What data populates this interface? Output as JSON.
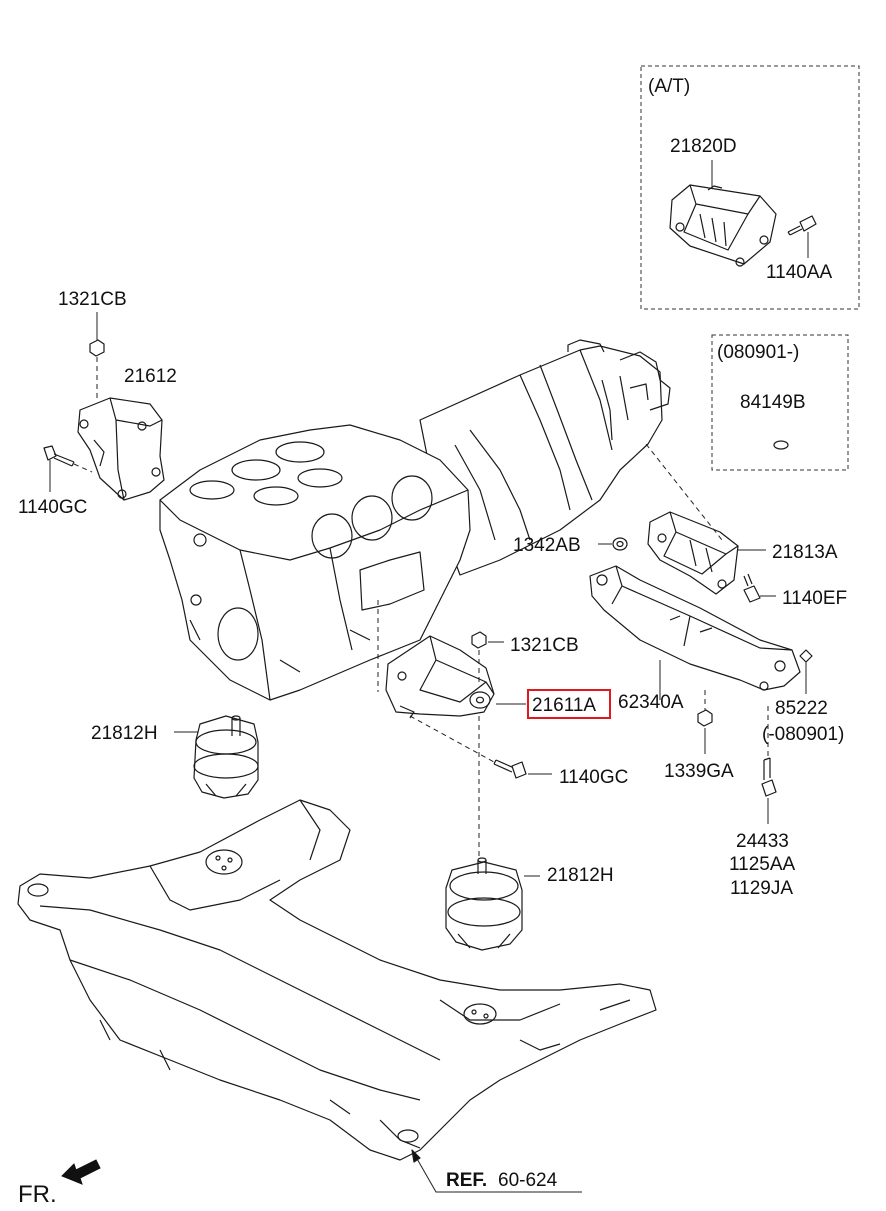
{
  "diagram": {
    "direction_label": "FR.",
    "reference": {
      "prefix": "REF.",
      "number": "60-624"
    },
    "option_boxes": {
      "at": {
        "title": "(A/T)",
        "part_a": "21820D",
        "part_b": "1140AA"
      },
      "date": {
        "title": "(080901-)",
        "part": "84149B"
      }
    },
    "labels": {
      "p1321cb_top": "1321CB",
      "p21612": "21612",
      "p1140gc_left": "1140GC",
      "p1342ab": "1342AB",
      "p21813a": "21813A",
      "p1140ef": "1140EF",
      "p1321cb_mid": "1321CB",
      "p21611a": "21611A",
      "p62340a": "62340A",
      "p85222": "85222",
      "p85222_note": "(-080901)",
      "p21812h_left": "21812H",
      "p1140gc_mid": "1140GC",
      "p1339ga": "1339GA",
      "p24433": "24433",
      "p1125aa": "1125AA",
      "p1129ja": "1129JA",
      "p21812h_bottom": "21812H"
    },
    "highlight_color": "#e0191e"
  }
}
